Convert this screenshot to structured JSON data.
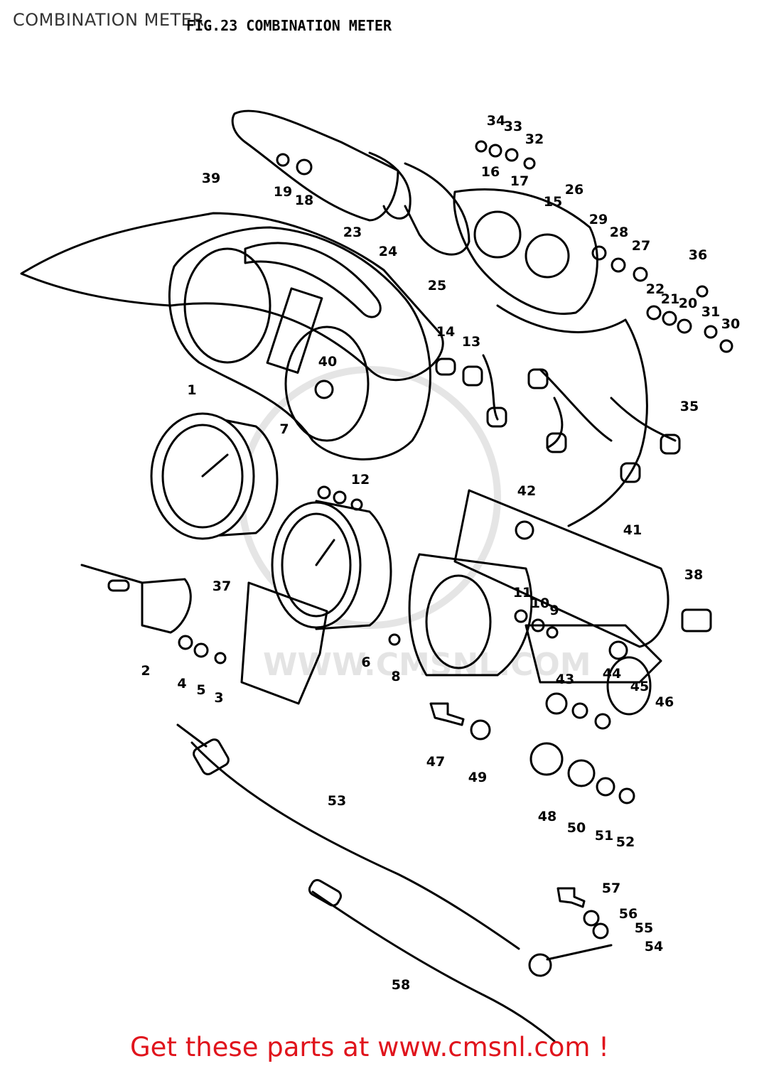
{
  "page_title": "COMBINATION METER",
  "figure_title": "FIG.23  COMBINATION METER",
  "footer_text": "Get these parts at www.cmsnl.com !",
  "watermark_text": "WWW.CMSNL.COM",
  "accent_color": "#e0141c",
  "callouts": [
    "1",
    "2",
    "3",
    "4",
    "5",
    "6",
    "7",
    "8",
    "9",
    "10",
    "11",
    "12",
    "13",
    "14",
    "15",
    "16",
    "17",
    "18",
    "19",
    "20",
    "21",
    "22",
    "23",
    "24",
    "25",
    "26",
    "27",
    "28",
    "29",
    "30",
    "31",
    "32",
    "33",
    "34",
    "35",
    "36",
    "37",
    "38",
    "39",
    "40",
    "41",
    "42",
    "43",
    "44",
    "45",
    "46",
    "47",
    "48",
    "49",
    "50",
    "51",
    "52",
    "53",
    "54",
    "55",
    "56",
    "57",
    "58"
  ]
}
